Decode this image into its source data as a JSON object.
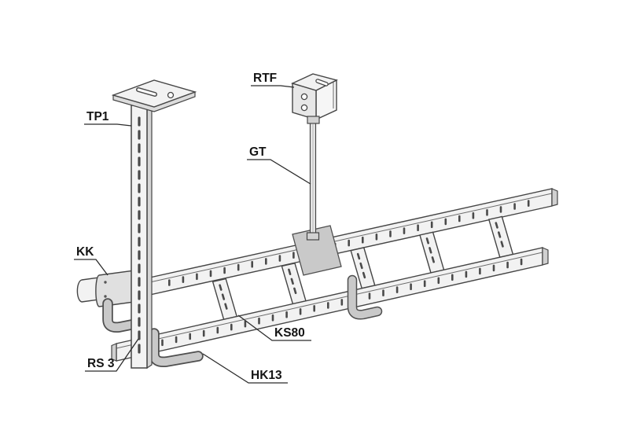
{
  "colors": {
    "background": "#ffffff",
    "line": "#454545",
    "fill_light": "#f2f2f2",
    "fill_mid": "#dcdcdc",
    "fill_dark": "#c9c9c9",
    "label_text": "#141414"
  },
  "labels": [
    {
      "id": "tp1",
      "text": "TP1"
    },
    {
      "id": "rtf",
      "text": "RTF"
    },
    {
      "id": "gt",
      "text": "GT"
    },
    {
      "id": "kk",
      "text": "KK"
    },
    {
      "id": "ks80",
      "text": "KS80"
    },
    {
      "id": "rs3",
      "text": "RS 3"
    },
    {
      "id": "hk13",
      "text": "HK13"
    }
  ]
}
